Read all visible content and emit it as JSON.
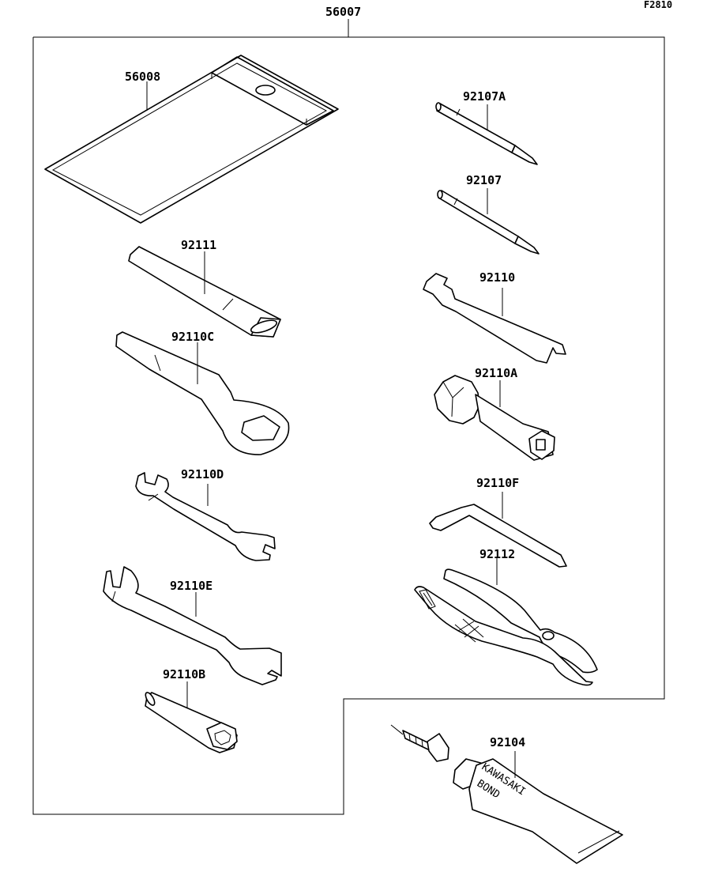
{
  "figure_code": "F2810",
  "assembly_label": "56007",
  "parts": [
    {
      "id": "case",
      "number": "56008"
    },
    {
      "id": "driver_a",
      "number": "92107A"
    },
    {
      "id": "driver",
      "number": "92107"
    },
    {
      "id": "bar_handle",
      "number": "92111"
    },
    {
      "id": "spanner",
      "number": "92110"
    },
    {
      "id": "box_wrench",
      "number": "92110C"
    },
    {
      "id": "plug_socket",
      "number": "92110A"
    },
    {
      "id": "open_wrench_small",
      "number": "92110D"
    },
    {
      "id": "hex_key",
      "number": "92110F"
    },
    {
      "id": "pliers",
      "number": "92112"
    },
    {
      "id": "open_wrench_large",
      "number": "92110E"
    },
    {
      "id": "socket_b",
      "number": "92110B"
    },
    {
      "id": "bond_tube",
      "number": "92104"
    }
  ],
  "tube_print": {
    "line1": "KAWASAKI",
    "line2": "BOND"
  }
}
